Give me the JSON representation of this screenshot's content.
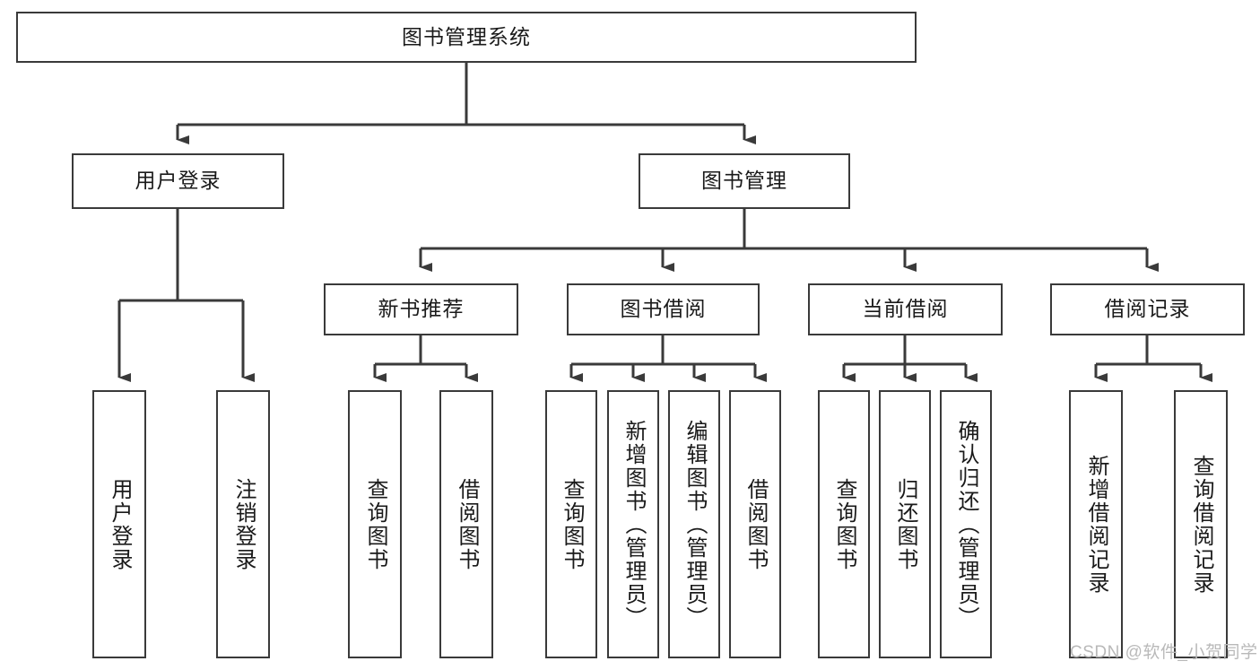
{
  "diagram": {
    "title": "图书管理系统",
    "type": "tree-hierarchy-diagram",
    "root": {
      "id": "root",
      "label": "图书管理系统"
    },
    "level2": [
      {
        "id": "user-login",
        "label": "用户登录"
      },
      {
        "id": "book-manage",
        "label": "图书管理"
      }
    ],
    "level3": [
      {
        "id": "new-book-recommend",
        "label": "新书推荐"
      },
      {
        "id": "book-borrow",
        "label": "图书借阅"
      },
      {
        "id": "current-borrow",
        "label": "当前借阅"
      },
      {
        "id": "borrow-record",
        "label": "借阅记录"
      }
    ],
    "leaves": {
      "user_login": [
        {
          "id": "leaf-user-login",
          "label": "用户登录"
        },
        {
          "id": "leaf-user-logout",
          "label": "注销登录"
        }
      ],
      "new_book_recommend": [
        {
          "id": "leaf-query-book-1",
          "label": "查询图书"
        },
        {
          "id": "leaf-borrow-book-1",
          "label": "借阅图书"
        }
      ],
      "book_borrow": [
        {
          "id": "leaf-query-book-2",
          "label": "查询图书"
        },
        {
          "id": "leaf-add-book",
          "label": "新增图书（管理员）"
        },
        {
          "id": "leaf-edit-book",
          "label": "编辑图书（管理员）"
        },
        {
          "id": "leaf-borrow-book-2",
          "label": "借阅图书"
        }
      ],
      "current_borrow": [
        {
          "id": "leaf-query-book-3",
          "label": "查询图书"
        },
        {
          "id": "leaf-return-book",
          "label": "归还图书"
        },
        {
          "id": "leaf-confirm-return",
          "label": "确认归还（管理员）"
        }
      ],
      "borrow_record": [
        {
          "id": "leaf-add-record",
          "label": "新增借阅记录"
        },
        {
          "id": "leaf-query-record",
          "label": "查询借阅记录"
        }
      ]
    }
  },
  "watermark": {
    "text": "CSDN @软件_小贺同学"
  },
  "colors": {
    "background": "#ffffff",
    "box_border": "#3a3a3a",
    "box_fill": "#ffffff",
    "text": "#1a1a1a",
    "connector": "#3a3a3a",
    "watermark": "#b9b9b9"
  }
}
